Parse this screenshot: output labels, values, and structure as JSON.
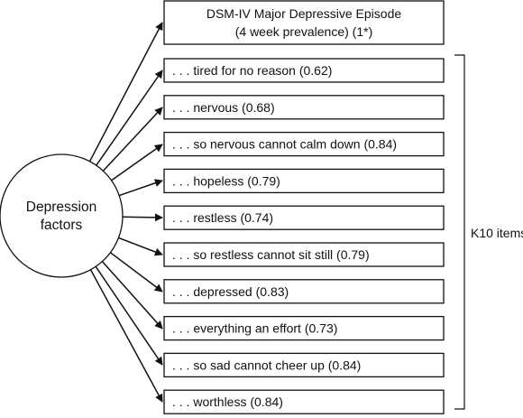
{
  "factor": {
    "lines": [
      "Depression",
      "factors"
    ]
  },
  "outcome": {
    "lines": [
      "DSM-IV Major Depressive Episode",
      "(4 week prevalence) (1*)"
    ]
  },
  "items": [
    {
      "label": ". . . tired for no reason (0.62)"
    },
    {
      "label": ". . . nervous (0.68)"
    },
    {
      "label": ". . . so nervous cannot calm down (0.84)"
    },
    {
      "label": ". . . hopeless (0.79)"
    },
    {
      "label": ". . . restless (0.74)"
    },
    {
      "label": ". . . so restless cannot sit still (0.79)"
    },
    {
      "label": ". . . depressed (0.83)"
    },
    {
      "label": ". . . everything an effort (0.73)"
    },
    {
      "label": ". . . so sad cannot cheer up (0.84)"
    },
    {
      "label": ". . . worthless (0.84)"
    }
  ],
  "bracket": {
    "label": "K10 items"
  },
  "colors": {
    "stroke": "#111111",
    "fill": "#ffffff"
  }
}
